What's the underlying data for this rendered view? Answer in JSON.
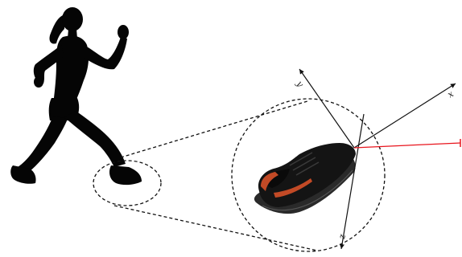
{
  "figure": {
    "axes": {
      "x_label": "x",
      "y_label": "y",
      "z_label": "z"
    },
    "colors": {
      "silhouette": "#050505",
      "dashed_outline": "#111111",
      "axis_lines": "#111111",
      "reference_line": "#e8141c",
      "shoe_body": "#141414",
      "shoe_accent": "#c24a26",
      "shoe_sole": "#2a2a2a"
    },
    "icons": {
      "walker": "walking-person-silhouette-icon",
      "shoe": "safety-shoe-icon"
    }
  }
}
